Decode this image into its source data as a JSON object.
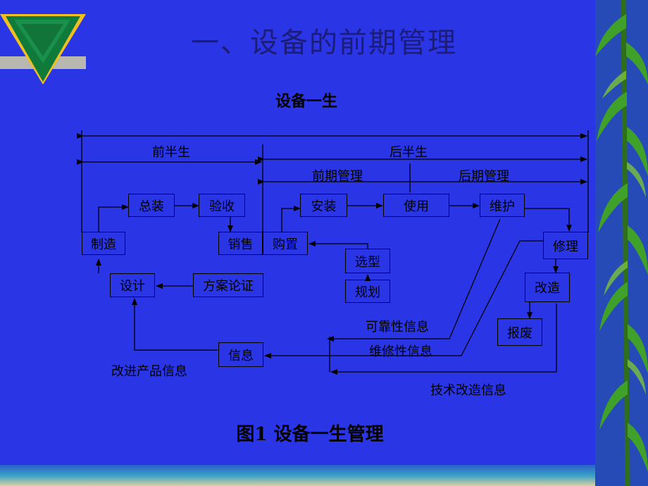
{
  "title": "一、设备的前期管理",
  "subtitle": "设备一生",
  "caption": "图1  设备一生管理",
  "phases": {
    "first_half": "前半生",
    "second_half": "后半生",
    "early_mgmt": "前期管理",
    "late_mgmt": "后期管理"
  },
  "boxes": {
    "assembly": "总装",
    "acceptance": "验收",
    "manufacture": "制造",
    "sales": "销售",
    "purchase": "购置",
    "install": "安装",
    "use": "使用",
    "maintain": "维护",
    "repair": "修理",
    "selection": "选型",
    "planning": "规划",
    "design": "设计",
    "scheme": "方案论证",
    "modify": "改造",
    "scrap": "报废",
    "info": "信息"
  },
  "flow_labels": {
    "reliability": "可靠性信息",
    "maintainability": "维修性信息",
    "improve_product": "改进产品信息",
    "tech_modify": "技术改造信息"
  },
  "colors": {
    "background": "#2a36e6",
    "title": "#1c1c7a",
    "line": "#000000"
  }
}
